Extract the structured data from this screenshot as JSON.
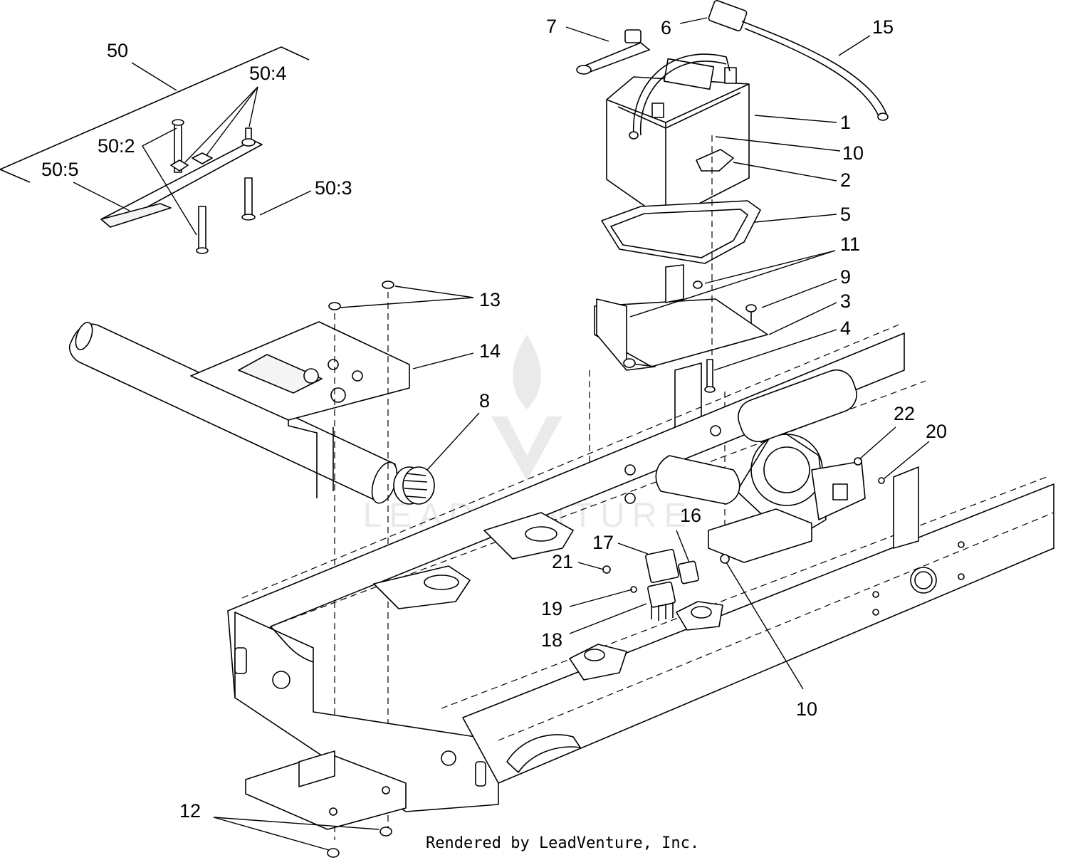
{
  "credit": "Rendered by LeadVenture, Inc.",
  "watermark": "LEADVENTURE",
  "callouts": [
    {
      "id": "c50",
      "label": "50"
    },
    {
      "id": "c50-4",
      "label": "50:4"
    },
    {
      "id": "c50-2",
      "label": "50:2"
    },
    {
      "id": "c50-5",
      "label": "50:5"
    },
    {
      "id": "c50-3",
      "label": "50:3"
    },
    {
      "id": "c7",
      "label": "7"
    },
    {
      "id": "c6",
      "label": "6"
    },
    {
      "id": "c15",
      "label": "15"
    },
    {
      "id": "c1",
      "label": "1"
    },
    {
      "id": "c10a",
      "label": "10"
    },
    {
      "id": "c2",
      "label": "2"
    },
    {
      "id": "c5",
      "label": "5"
    },
    {
      "id": "c11",
      "label": "11"
    },
    {
      "id": "c9",
      "label": "9"
    },
    {
      "id": "c3",
      "label": "3"
    },
    {
      "id": "c4",
      "label": "4"
    },
    {
      "id": "c13",
      "label": "13"
    },
    {
      "id": "c14",
      "label": "14"
    },
    {
      "id": "c8",
      "label": "8"
    },
    {
      "id": "c22",
      "label": "22"
    },
    {
      "id": "c20",
      "label": "20"
    },
    {
      "id": "c16",
      "label": "16"
    },
    {
      "id": "c17",
      "label": "17"
    },
    {
      "id": "c21",
      "label": "21"
    },
    {
      "id": "c19",
      "label": "19"
    },
    {
      "id": "c18",
      "label": "18"
    },
    {
      "id": "c10b",
      "label": "10"
    },
    {
      "id": "c12",
      "label": "12"
    }
  ]
}
